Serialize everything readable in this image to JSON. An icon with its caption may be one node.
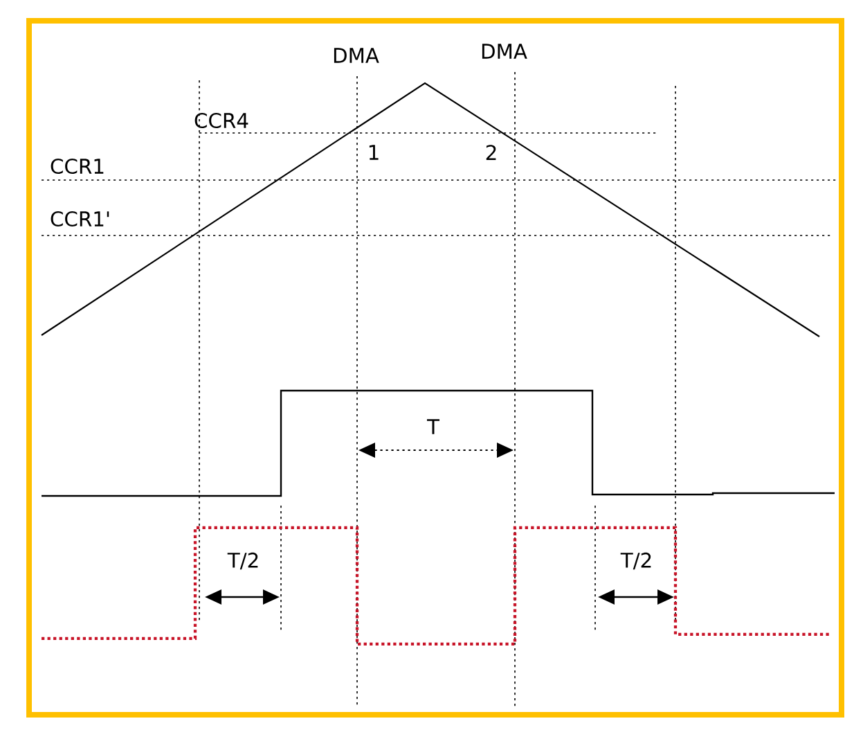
{
  "diagram": {
    "labels": [
      "DMA",
      "DMA",
      "CCR4",
      "1",
      "2",
      "CCR1",
      "CCR1'",
      "T",
      "T/2",
      "T/2"
    ]
  }
}
